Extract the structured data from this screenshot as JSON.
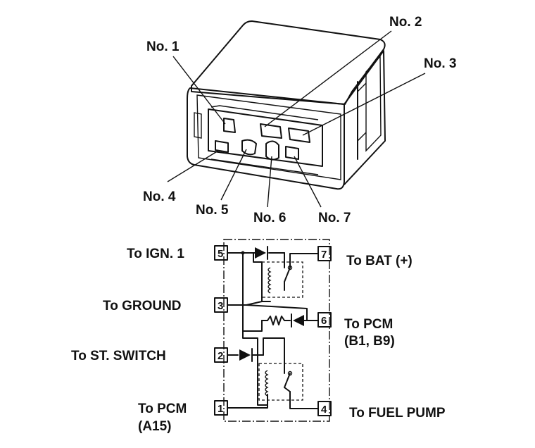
{
  "relay": {
    "pins": {
      "no1": "No. 1",
      "no2": "No. 2",
      "no3": "No. 3",
      "no4": "No. 4",
      "no5": "No. 5",
      "no6": "No. 6",
      "no7": "No. 7"
    }
  },
  "schematic": {
    "terminals": {
      "t5": "5",
      "t7": "7",
      "t3": "3",
      "t6": "6",
      "t2": "2",
      "t1": "1",
      "t4": "4"
    },
    "labels": {
      "ign1": "To IGN. 1",
      "bat": "To BAT (+)",
      "ground": "To GROUND",
      "pcm_b": "To PCM",
      "pcm_b_pins": "(B1, B9)",
      "st_switch": "To ST. SWITCH",
      "pcm_a": "To PCM",
      "pcm_a_pin": "(A15)",
      "fuel_pump": "To FUEL PUMP"
    }
  }
}
